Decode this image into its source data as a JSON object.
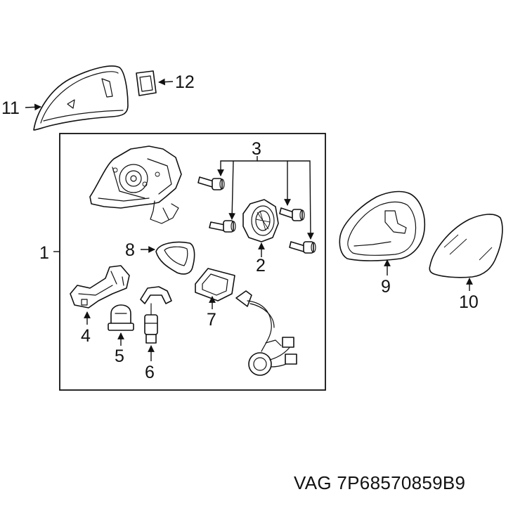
{
  "callouts": {
    "c1": "1",
    "c2": "2",
    "c3": "3",
    "c4": "4",
    "c5": "5",
    "c6": "6",
    "c7": "7",
    "c8": "8",
    "c9": "9",
    "c10": "10",
    "c11": "11",
    "c12": "12"
  },
  "footer": {
    "part_number": "VAG 7P68570859B9"
  }
}
